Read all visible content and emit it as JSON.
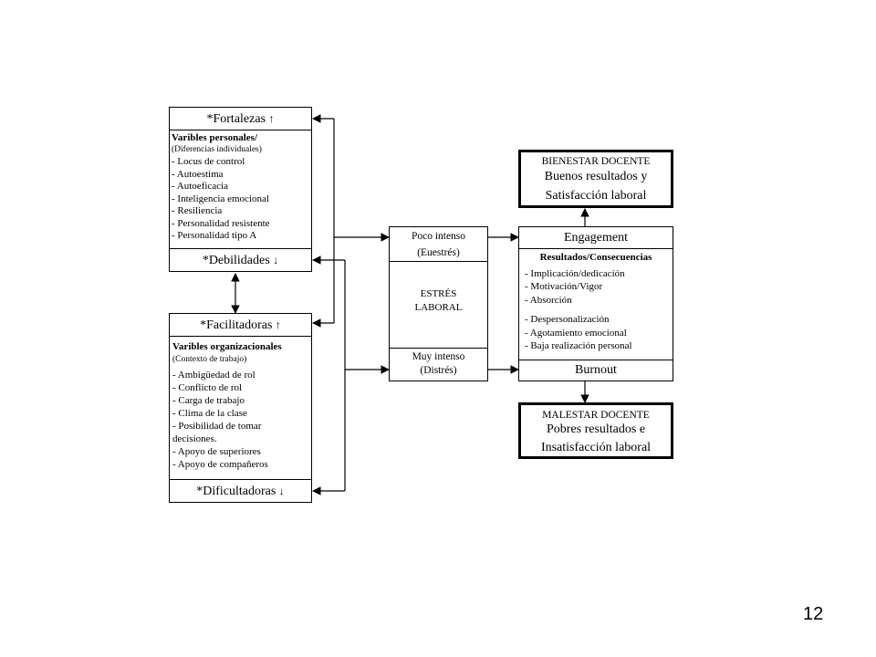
{
  "left_top": {
    "header": "*Fortalezas",
    "header_icon": "up-arrow",
    "subtitle": "Varibles personales/",
    "subnote": "(Diferencias individuales)",
    "items": [
      "- Locus de control",
      "- Autoestima",
      "- Autoeficacia",
      "- Inteligencia  emocional",
      "- Resiliencia",
      "- Personalidad resistente",
      "- Personalidad tipo A"
    ],
    "footer": "*Debilidades",
    "footer_icon": "down-arrow"
  },
  "left_bottom": {
    "header": "*Facilitadoras",
    "header_icon": "up-arrow",
    "subtitle": "Varibles organizacionales",
    "subnote": "(Contexto de trabajo)",
    "items": [
      "- Ambigüedad de rol",
      "- Conflicto de rol",
      "- Carga de trabajo",
      "- Clima de la clase",
      "- Posibilidad de tomar",
      "decisiones.",
      "- Apoyo de superiores",
      "- Apoyo de compañeros"
    ],
    "footer": "*Dificultadoras",
    "footer_icon": "down-arrow"
  },
  "middle": {
    "top_line1": "Poco intenso",
    "top_line2": "(Euestrés)",
    "center_line1": "ESTRÉS",
    "center_line2": "LABORAL",
    "bottom_line1": "Muy intenso",
    "bottom_line2": "(Distrés)"
  },
  "right": {
    "header": "Engagement",
    "subtitle": "Resultados/Consecuencias",
    "items_positive": [
      "- Implicación/dedicación",
      "- Motivación/Vigor",
      "- Absorción"
    ],
    "items_negative": [
      "- Despersonalización",
      "- Agotamiento emocional",
      "- Baja realización  personal"
    ],
    "footer": "Burnout"
  },
  "wellbeing": {
    "label": "BIENESTAR DOCENTE",
    "line1": "Buenos resultados y",
    "line2": "Satisfacción laboral"
  },
  "malaise": {
    "label": "MALESTAR DOCENTE",
    "line1": "Pobres resultados e",
    "line2": "Insatisfacción laboral"
  },
  "page_number": "12"
}
